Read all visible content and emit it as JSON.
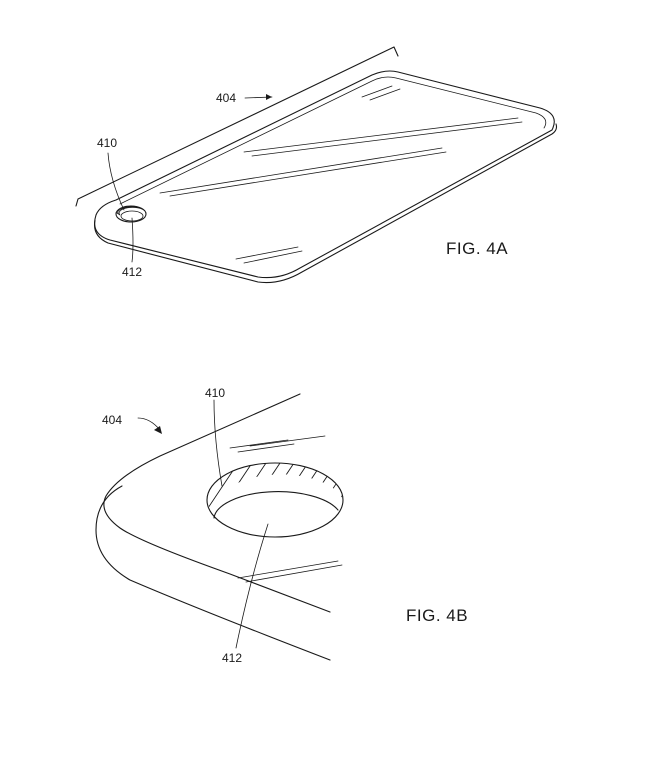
{
  "figures": [
    {
      "caption": "FIG. 4A",
      "ref_device": "404",
      "ref_aperture": "410",
      "ref_surface": "412"
    },
    {
      "caption": "FIG. 4B",
      "ref_device": "404",
      "ref_aperture": "410",
      "ref_surface": "412"
    }
  ]
}
